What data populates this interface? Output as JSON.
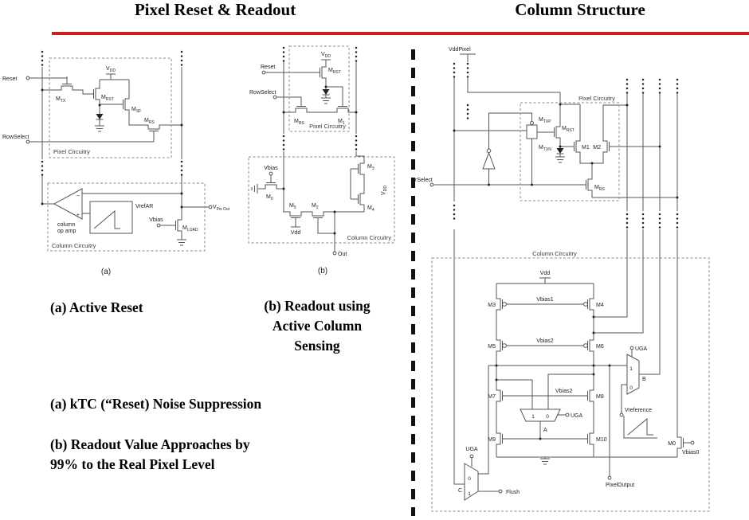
{
  "header": {
    "left_title": "Pixel Reset & Readout",
    "right_title": "Column Structure"
  },
  "captions": {
    "a_title": "(a) Active Reset",
    "b_title_1": "(b) Readout using",
    "b_title_2": "Active Column",
    "b_title_3": "Sensing",
    "note_a": "(a) kTC  (“Reset) Noise Suppression",
    "note_b_1": "(b) Readout Value Approaches by",
    "note_b_2": "99% to the Real Pixel Level"
  },
  "colors": {
    "rule_red": "#cf1c1c",
    "wire_gray": "#555555"
  },
  "circuit_a": {
    "labels": {
      "reset": "Reset",
      "rowselect": "RowSelect",
      "vdd": {
        "b": "V",
        "s": "DD"
      },
      "mtx": {
        "b": "M",
        "s": "TX"
      },
      "mrst": {
        "b": "M",
        "s": "RST"
      },
      "msf": {
        "b": "M",
        "s": "SF"
      },
      "mrs": {
        "b": "M",
        "s": "RS"
      },
      "pixel_box": "Pixel Circuitry",
      "opamp_minus": "−",
      "opamp_plus": "+",
      "opamp_line1": "column",
      "opamp_line2": "op amp",
      "vrefar": "VrefAR",
      "vbias": "Vbias",
      "mload": {
        "b": "M",
        "s": "LOAD"
      },
      "vpixout": {
        "b": "V",
        "s": "Pix Out"
      },
      "column_box": "Column Circuitry",
      "fig": "(a)"
    }
  },
  "circuit_b": {
    "labels": {
      "reset": "Reset",
      "rowselect": "RowSelect",
      "vdd": {
        "b": "V",
        "s": "DD"
      },
      "mrst": {
        "b": "M",
        "s": "RST"
      },
      "mrs": {
        "b": "M",
        "s": "RS"
      },
      "m1": {
        "b": "M",
        "s": "1"
      },
      "pixel_box": "Pixel Circuitry",
      "vbias": "Vbias",
      "m0": {
        "b": "M",
        "s": "0"
      },
      "m5": {
        "b": "M",
        "s": "5"
      },
      "m2": {
        "b": "M",
        "s": "2"
      },
      "vdd_small": "Vdd",
      "m3": {
        "b": "M",
        "s": "3"
      },
      "m4": {
        "b": "M",
        "s": "4"
      },
      "vdd_rot": {
        "b": "V",
        "s": "DD"
      },
      "out": "Out",
      "column_box": "Column Circuitry",
      "fig": "(b)"
    }
  },
  "column_structure": {
    "labels": {
      "vddpixel": "VddPixel",
      "rselect": "rSelect",
      "pixel_box": "Pixel Circuitry",
      "mtxp": {
        "b": "M",
        "s": "TXP"
      },
      "mtxn": {
        "b": "M",
        "s": "TXN"
      },
      "mrst": {
        "b": "M",
        "s": "RST"
      },
      "m1": "M1",
      "m2": "M2",
      "mrs": {
        "b": "M",
        "s": "RS"
      },
      "column_box": "Column Circuitry",
      "vdd": "Vdd",
      "vbias1": "Vbias1",
      "m3": "M3",
      "m4": "M4",
      "vbias2_top": "Vbias2",
      "m5": "M5",
      "m6": "M6",
      "vbias2_bot": "Vbias2",
      "m7": "M7",
      "m8": "M8",
      "m9": "M9",
      "m10": "M10",
      "m0": "M0",
      "vbias0": "Vbias0",
      "uga_a": "UGA",
      "uga_b": "UGA",
      "uga_c": "UGA",
      "mux_a": {
        "in1": "1",
        "in0": "0",
        "name": "A"
      },
      "mux_b": {
        "in1": "1",
        "in0": "0",
        "name": "B"
      },
      "mux_c": {
        "in0": "0",
        "in1": "1",
        "name": "C"
      },
      "vreference": "Vreference",
      "flush": "Flush",
      "pixeloutput": "PixelOutput"
    }
  }
}
